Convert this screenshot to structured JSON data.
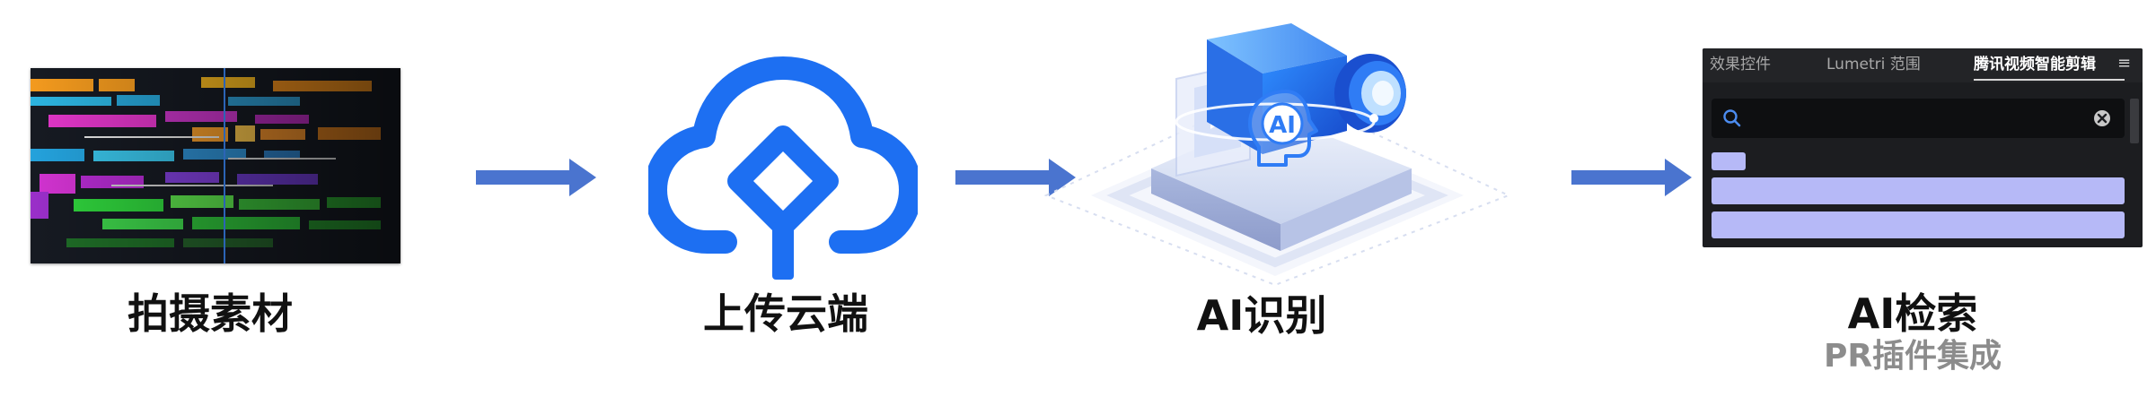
{
  "steps": [
    {
      "label": "拍摄素材"
    },
    {
      "label": "上传云端"
    },
    {
      "label": "AI识别"
    },
    {
      "label": "AI检索",
      "sublabel": "PR插件集成"
    }
  ],
  "panel": {
    "tabs": [
      "效果控件",
      "Lumetri 范围",
      "腾讯视频智能剪辑"
    ],
    "active_tab": "腾讯视频智能剪辑",
    "menu_icon": "hamburger-menu-icon",
    "search_value": ""
  },
  "icons": {
    "step1": "editing-timeline-thumbnail",
    "step2": "cloud-upload-icon",
    "step3": "ai-camera-illustration",
    "step4": "plugin-panel-screenshot"
  },
  "colors": {
    "arrow": "#4a74cf",
    "cloud": "#1d6ff2",
    "label": "#111111",
    "sublabel": "#8c8c8c",
    "panel_bg": "#1c1d20",
    "tag": "#b6b9f7"
  }
}
